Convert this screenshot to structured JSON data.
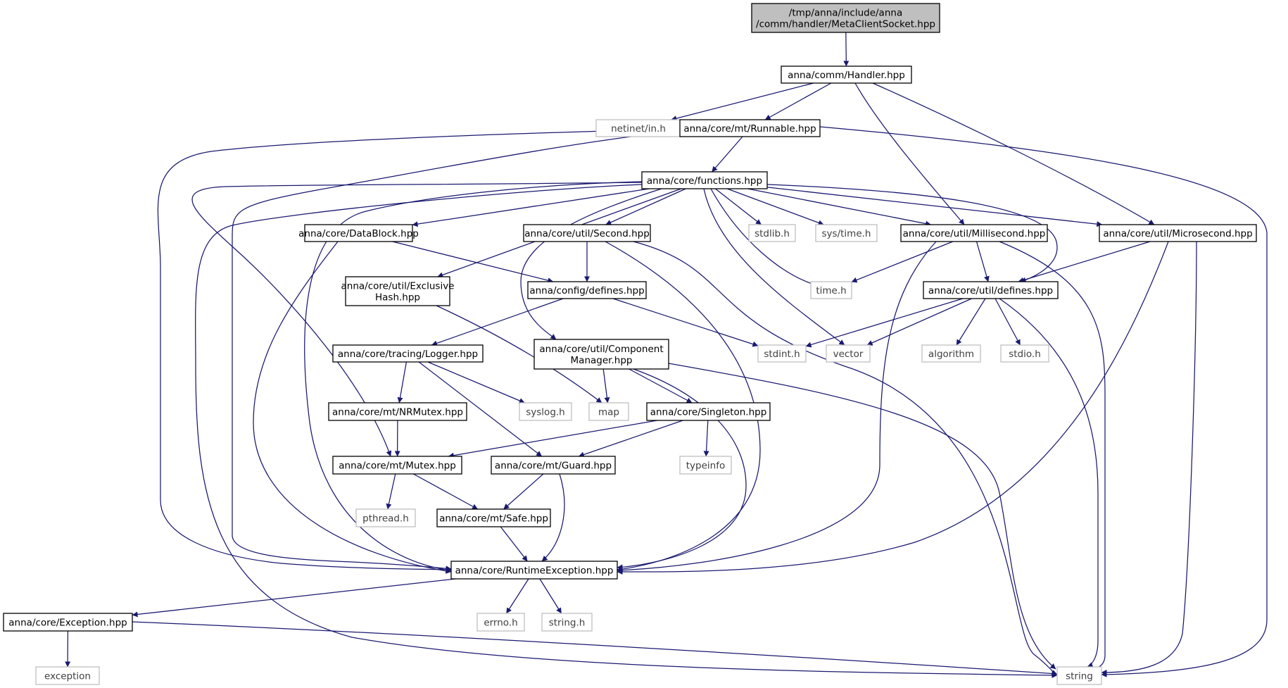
{
  "graph": {
    "edge_color": "#191970",
    "root_fill": "#bfbfbf",
    "system_border": "#bfbfbf",
    "nodes": [
      {
        "id": "root",
        "label": [
          "/tmp/anna/include/anna",
          "/comm/handler/MetaClientSocket.hpp"
        ],
        "kind": "root"
      },
      {
        "id": "handler",
        "label": [
          "anna/comm/Handler.hpp"
        ],
        "kind": "local"
      },
      {
        "id": "netinet",
        "label": [
          "netinet/in.h"
        ],
        "kind": "system"
      },
      {
        "id": "runnable",
        "label": [
          "anna/core/mt/Runnable.hpp"
        ],
        "kind": "local"
      },
      {
        "id": "functions",
        "label": [
          "anna/core/functions.hpp"
        ],
        "kind": "local"
      },
      {
        "id": "datablock",
        "label": [
          "anna/core/DataBlock.hpp"
        ],
        "kind": "local"
      },
      {
        "id": "second",
        "label": [
          "anna/core/util/Second.hpp"
        ],
        "kind": "local"
      },
      {
        "id": "stdlib",
        "label": [
          "stdlib.h"
        ],
        "kind": "system"
      },
      {
        "id": "systime",
        "label": [
          "sys/time.h"
        ],
        "kind": "system"
      },
      {
        "id": "millisecond",
        "label": [
          "anna/core/util/Millisecond.hpp"
        ],
        "kind": "local"
      },
      {
        "id": "microsecond",
        "label": [
          "anna/core/util/Microsecond.hpp"
        ],
        "kind": "local"
      },
      {
        "id": "exclusive",
        "label": [
          "anna/core/util/Exclusive",
          "Hash.hpp"
        ],
        "kind": "local"
      },
      {
        "id": "configdefines",
        "label": [
          "anna/config/defines.hpp"
        ],
        "kind": "local"
      },
      {
        "id": "timeh",
        "label": [
          "time.h"
        ],
        "kind": "system"
      },
      {
        "id": "utildefines",
        "label": [
          "anna/core/util/defines.hpp"
        ],
        "kind": "local"
      },
      {
        "id": "logger",
        "label": [
          "anna/core/tracing/Logger.hpp"
        ],
        "kind": "local"
      },
      {
        "id": "component",
        "label": [
          "anna/core/util/Component",
          "Manager.hpp"
        ],
        "kind": "local"
      },
      {
        "id": "stdint",
        "label": [
          "stdint.h"
        ],
        "kind": "system"
      },
      {
        "id": "vector",
        "label": [
          "vector"
        ],
        "kind": "system"
      },
      {
        "id": "algorithm",
        "label": [
          "algorithm"
        ],
        "kind": "system"
      },
      {
        "id": "stdio",
        "label": [
          "stdio.h"
        ],
        "kind": "system"
      },
      {
        "id": "nrmutex",
        "label": [
          "anna/core/mt/NRMutex.hpp"
        ],
        "kind": "local"
      },
      {
        "id": "syslog",
        "label": [
          "syslog.h"
        ],
        "kind": "system"
      },
      {
        "id": "map",
        "label": [
          "map"
        ],
        "kind": "system"
      },
      {
        "id": "singleton",
        "label": [
          "anna/core/Singleton.hpp"
        ],
        "kind": "local"
      },
      {
        "id": "mutex",
        "label": [
          "anna/core/mt/Mutex.hpp"
        ],
        "kind": "local"
      },
      {
        "id": "guard",
        "label": [
          "anna/core/mt/Guard.hpp"
        ],
        "kind": "local"
      },
      {
        "id": "typeinfo",
        "label": [
          "typeinfo"
        ],
        "kind": "system"
      },
      {
        "id": "pthread",
        "label": [
          "pthread.h"
        ],
        "kind": "system"
      },
      {
        "id": "safe",
        "label": [
          "anna/core/mt/Safe.hpp"
        ],
        "kind": "local"
      },
      {
        "id": "runtime",
        "label": [
          "anna/core/RuntimeException.hpp"
        ],
        "kind": "local"
      },
      {
        "id": "exception_hpp",
        "label": [
          "anna/core/Exception.hpp"
        ],
        "kind": "local"
      },
      {
        "id": "errno",
        "label": [
          "errno.h"
        ],
        "kind": "system"
      },
      {
        "id": "stringh",
        "label": [
          "string.h"
        ],
        "kind": "system"
      },
      {
        "id": "exception",
        "label": [
          "exception"
        ],
        "kind": "system"
      },
      {
        "id": "string",
        "label": [
          "string"
        ],
        "kind": "system"
      }
    ],
    "edges": [
      [
        "root",
        "handler"
      ],
      [
        "handler",
        "netinet"
      ],
      [
        "handler",
        "runnable"
      ],
      [
        "handler",
        "millisecond"
      ],
      [
        "handler",
        "microsecond"
      ],
      [
        "runnable",
        "functions"
      ],
      [
        "runnable",
        "mutex"
      ],
      [
        "runnable",
        "runtime"
      ],
      [
        "runnable",
        "string"
      ],
      [
        "functions",
        "datablock"
      ],
      [
        "functions",
        "second"
      ],
      [
        "functions",
        "stdlib"
      ],
      [
        "functions",
        "systime"
      ],
      [
        "functions",
        "millisecond"
      ],
      [
        "functions",
        "microsecond"
      ],
      [
        "functions",
        "exclusive"
      ],
      [
        "functions",
        "component"
      ],
      [
        "functions",
        "timeh"
      ],
      [
        "functions",
        "vector"
      ],
      [
        "functions",
        "utildefines"
      ],
      [
        "functions",
        "mutex"
      ],
      [
        "functions",
        "runtime"
      ],
      [
        "functions",
        "string"
      ],
      [
        "datablock",
        "configdefines"
      ],
      [
        "datablock",
        "runtime"
      ],
      [
        "second",
        "configdefines"
      ],
      [
        "second",
        "runtime"
      ],
      [
        "second",
        "string"
      ],
      [
        "millisecond",
        "timeh"
      ],
      [
        "millisecond",
        "utildefines"
      ],
      [
        "millisecond",
        "runtime"
      ],
      [
        "millisecond",
        "string"
      ],
      [
        "microsecond",
        "utildefines"
      ],
      [
        "microsecond",
        "runtime"
      ],
      [
        "microsecond",
        "string"
      ],
      [
        "exclusive",
        "map"
      ],
      [
        "configdefines",
        "logger"
      ],
      [
        "configdefines",
        "stdint"
      ],
      [
        "utildefines",
        "stdint"
      ],
      [
        "utildefines",
        "vector"
      ],
      [
        "utildefines",
        "algorithm"
      ],
      [
        "utildefines",
        "stdio"
      ],
      [
        "utildefines",
        "string"
      ],
      [
        "logger",
        "nrmutex"
      ],
      [
        "logger",
        "syslog"
      ],
      [
        "logger",
        "guard"
      ],
      [
        "component",
        "map"
      ],
      [
        "component",
        "singleton"
      ],
      [
        "component",
        "runtime"
      ],
      [
        "component",
        "string"
      ],
      [
        "nrmutex",
        "mutex"
      ],
      [
        "singleton",
        "mutex"
      ],
      [
        "singleton",
        "guard"
      ],
      [
        "singleton",
        "typeinfo"
      ],
      [
        "mutex",
        "pthread"
      ],
      [
        "mutex",
        "safe"
      ],
      [
        "guard",
        "safe"
      ],
      [
        "guard",
        "runtime"
      ],
      [
        "safe",
        "runtime"
      ],
      [
        "runtime",
        "exception_hpp"
      ],
      [
        "runtime",
        "errno"
      ],
      [
        "runtime",
        "stringh"
      ],
      [
        "exception_hpp",
        "exception"
      ],
      [
        "exception_hpp",
        "string"
      ]
    ]
  }
}
